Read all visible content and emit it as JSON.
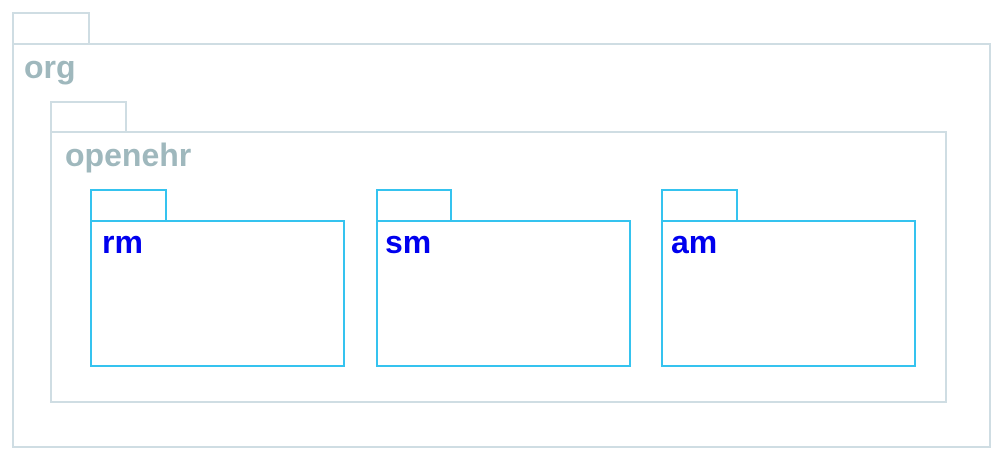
{
  "diagram": {
    "packages": {
      "org": {
        "name": "org"
      },
      "openehr": {
        "name": "openehr"
      },
      "rm": {
        "name": "rm"
      },
      "sm": {
        "name": "sm"
      },
      "am": {
        "name": "am"
      }
    },
    "colors": {
      "outer_border": "#cfdde3",
      "outer_text": "#9fb8bd",
      "leaf_border": "#35c3ef",
      "leaf_text": "#0000ee"
    }
  }
}
